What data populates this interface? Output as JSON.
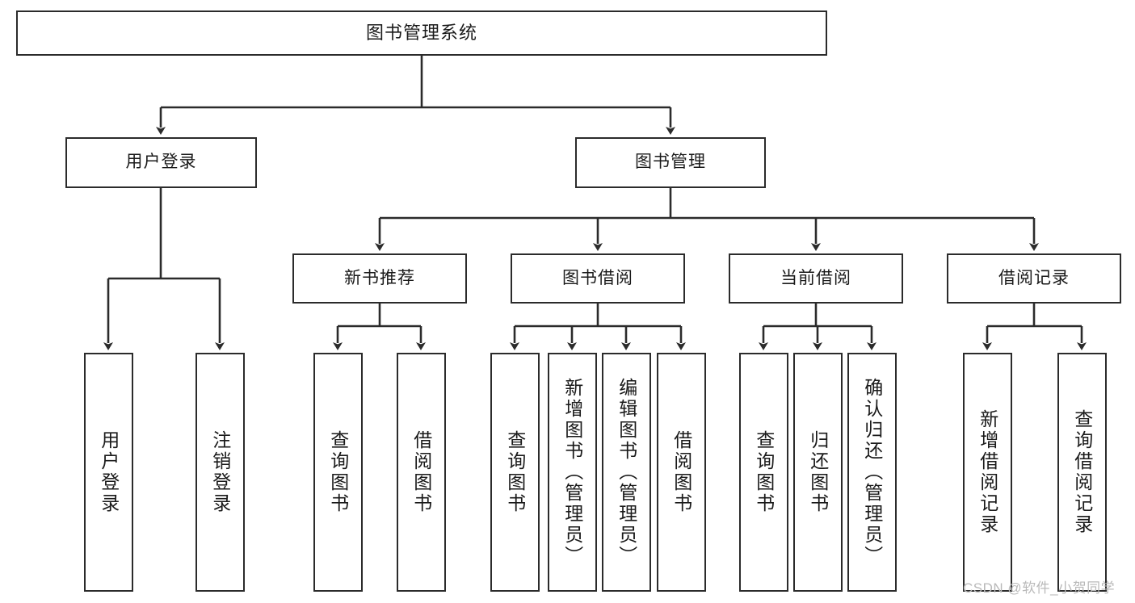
{
  "diagram": {
    "title": "图书管理系统",
    "type": "tree",
    "watermark": "CSDN @软件_小贺同学",
    "colors": {
      "box_border": "#2b2b2b",
      "box_fill": "#ffffff",
      "edge": "#2b2b2b",
      "text": "#1a1a1a",
      "watermark": "#b9b9b9"
    },
    "nodes": {
      "root": {
        "label": "图书管理系统"
      },
      "level2": [
        {
          "label": "用户登录"
        },
        {
          "label": "图书管理"
        }
      ],
      "level3": [
        {
          "label": "新书推荐"
        },
        {
          "label": "图书借阅"
        },
        {
          "label": "当前借阅"
        },
        {
          "label": "借阅记录"
        }
      ],
      "leaves": {
        "user_login": [
          {
            "label": "用户登录"
          },
          {
            "label": "注销登录"
          }
        ],
        "new_book_recommend": [
          {
            "label": "查询图书"
          },
          {
            "label": "借阅图书"
          }
        ],
        "book_borrow": [
          {
            "label": "查询图书"
          },
          {
            "label": "新增图书（管理员）"
          },
          {
            "label": "编辑图书（管理员）"
          },
          {
            "label": "借阅图书"
          }
        ],
        "current_borrow": [
          {
            "label": "查询图书"
          },
          {
            "label": "归还图书"
          },
          {
            "label": "确认归还（管理员）"
          }
        ],
        "borrow_record": [
          {
            "label": "新增借阅记录"
          },
          {
            "label": "查询借阅记录"
          }
        ]
      }
    }
  }
}
